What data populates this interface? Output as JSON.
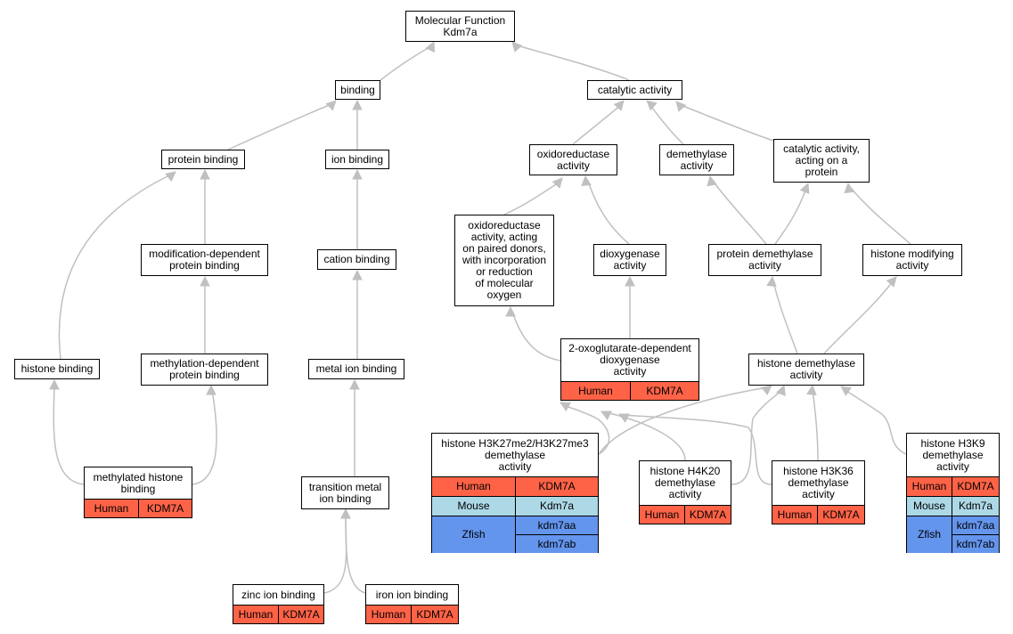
{
  "colors": {
    "edge": "#c0c0c0",
    "human": "#ff6347",
    "mouse": "#add8e6",
    "zfish": "#6495ed"
  },
  "nodes": {
    "root": "Molecular Function\nKdm7a",
    "binding": "binding",
    "catalytic": "catalytic activity",
    "protein_binding": "protein binding",
    "ion_binding": "ion binding",
    "oxidoreductase": "oxidoreductase\nactivity",
    "demethylase": "demethylase\nactivity",
    "catalytic_protein": "catalytic activity,\nacting on a\nprotein",
    "oxido_paired": "oxidoreductase\nactivity, acting\non paired donors,\nwith incorporation\nor reduction\nof molecular\noxygen",
    "modification_dep": "modification-dependent\nprotein binding",
    "cation_binding": "cation binding",
    "dioxygenase": "dioxygenase\nactivity",
    "protein_demethylase": "protein demethylase\nactivity",
    "histone_modifying": "histone modifying\nactivity",
    "histone_binding": "histone binding",
    "methylation_dep": "methylation-dependent\nprotein binding",
    "metal_ion": "metal ion binding",
    "histone_demethylase": "histone demethylase\nactivity",
    "transition_metal": "transition metal\nion binding"
  },
  "gene_nodes": {
    "oxoglutarate": {
      "title": "2-oxoglutarate-dependent\ndioxygenase\nactivity",
      "rows": [
        {
          "species": "Human",
          "genes": [
            "KDM7A"
          ]
        }
      ]
    },
    "methylated_histone": {
      "title": "methylated histone\nbinding",
      "rows": [
        {
          "species": "Human",
          "genes": [
            "KDM7A"
          ]
        }
      ]
    },
    "h3k27": {
      "title": "histone H3K27me2/H3K27me3\ndemethylase\nactivity",
      "rows": [
        {
          "species": "Human",
          "genes": [
            "KDM7A"
          ]
        },
        {
          "species": "Mouse",
          "genes": [
            "Kdm7a"
          ]
        },
        {
          "species": "Zfish",
          "genes": [
            "kdm7aa",
            "kdm7ab"
          ]
        }
      ]
    },
    "h4k20": {
      "title": "histone H4K20\ndemethylase\nactivity",
      "rows": [
        {
          "species": "Human",
          "genes": [
            "KDM7A"
          ]
        }
      ]
    },
    "h3k36": {
      "title": "histone H3K36\ndemethylase\nactivity",
      "rows": [
        {
          "species": "Human",
          "genes": [
            "KDM7A"
          ]
        }
      ]
    },
    "h3k9": {
      "title": "histone H3K9\ndemethylase\nactivity",
      "rows": [
        {
          "species": "Human",
          "genes": [
            "KDM7A"
          ]
        },
        {
          "species": "Mouse",
          "genes": [
            "Kdm7a"
          ]
        },
        {
          "species": "Zfish",
          "genes": [
            "kdm7aa",
            "kdm7ab"
          ]
        }
      ]
    },
    "zinc": {
      "title": "zinc ion binding",
      "rows": [
        {
          "species": "Human",
          "genes": [
            "KDM7A"
          ]
        }
      ]
    },
    "iron": {
      "title": "iron ion binding",
      "rows": [
        {
          "species": "Human",
          "genes": [
            "KDM7A"
          ]
        }
      ]
    }
  }
}
